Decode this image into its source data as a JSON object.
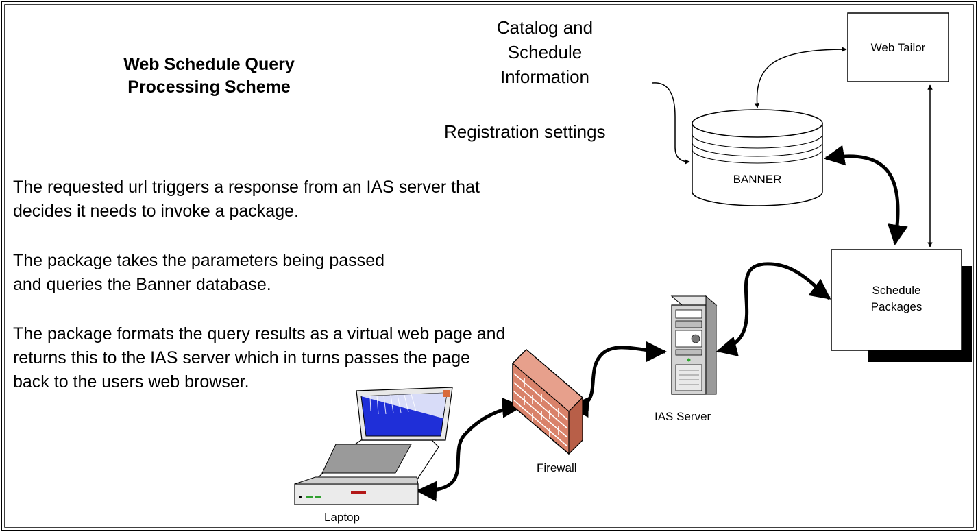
{
  "title_lines": [
    "Web Schedule Query",
    "Processing Scheme"
  ],
  "catalog_lines": [
    "Catalog and",
    "Schedule",
    "Information"
  ],
  "registration_settings": "Registration settings",
  "paragraphs": [
    "The requested url triggers a response from an IAS server that decides it needs to invoke a package.",
    "The package takes the parameters being passed and queries the Banner database.",
    "The package formats the query results as a virtual web page and returns this to the IAS server which in turns passes the page back to the users web browser."
  ],
  "nodes": {
    "web_tailor": "Web Tailor",
    "banner": "BANNER",
    "schedule_packages": [
      "Schedule",
      "Packages"
    ],
    "ias_server": "IAS Server",
    "firewall": "Firewall",
    "laptop": "Laptop"
  },
  "colors": {
    "line": "#000000",
    "brick": "#d9826a",
    "mortar": "#ffffff",
    "screen_blue": "#1f2fd8",
    "server_gray": "#c8c8c8"
  }
}
